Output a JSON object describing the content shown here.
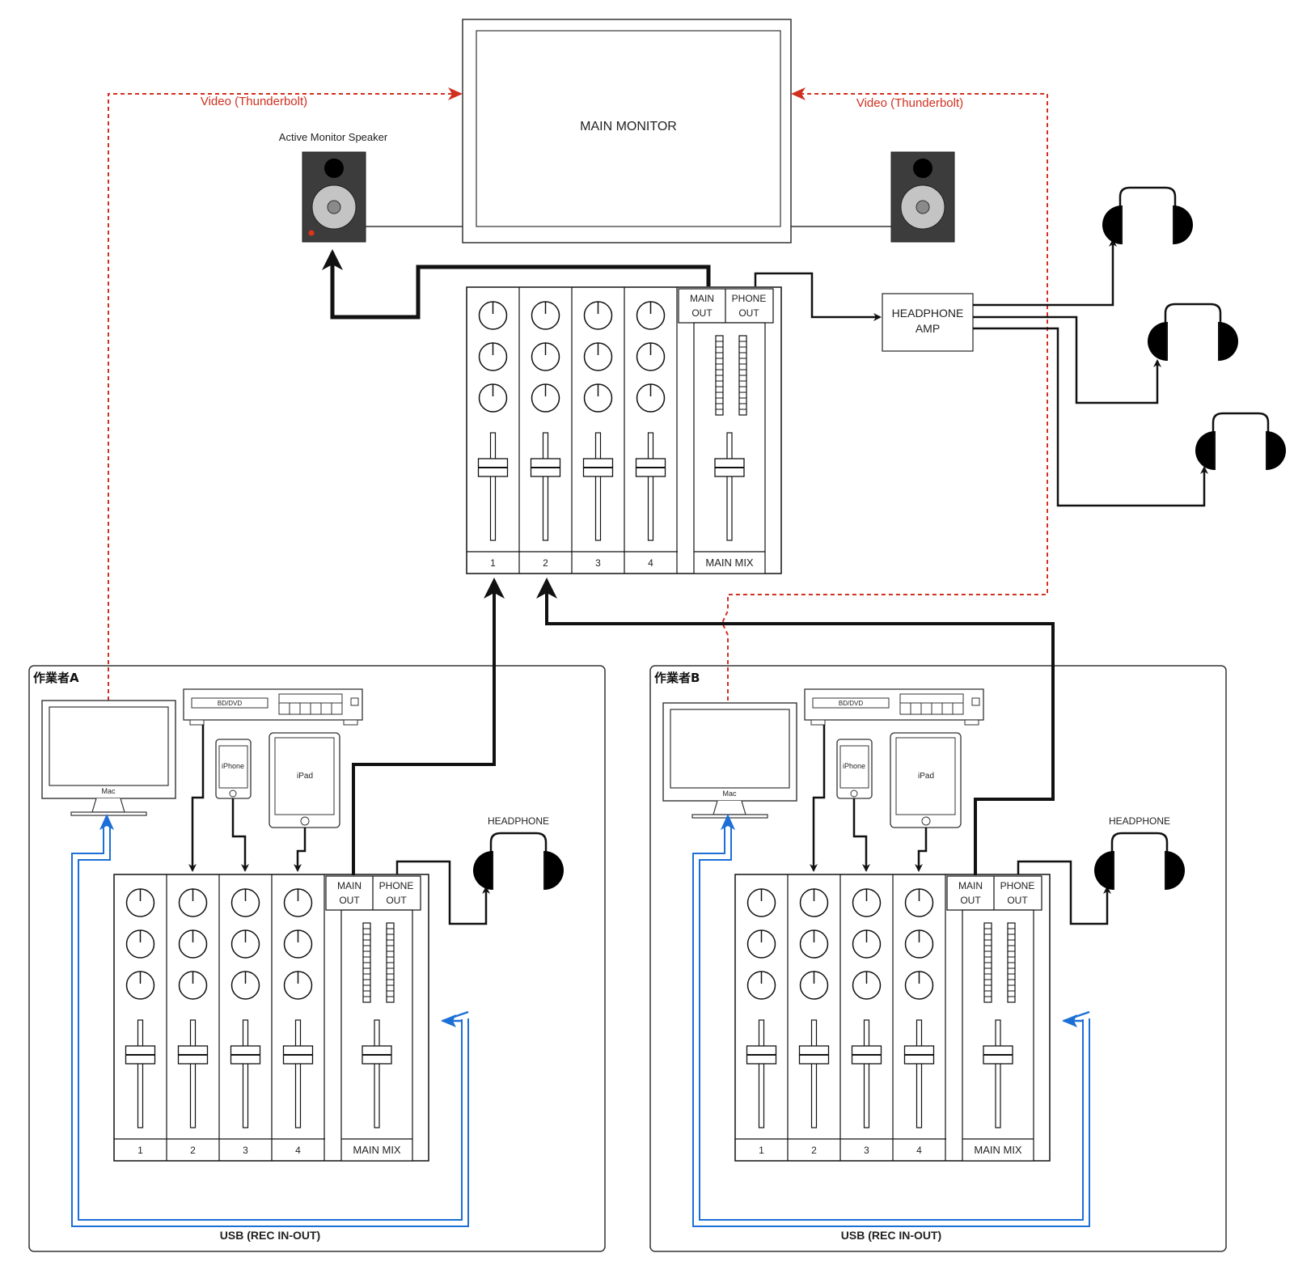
{
  "main_monitor": {
    "label": "MAIN MONITOR"
  },
  "video_link_left": {
    "label": "Video (Thunderbolt)"
  },
  "video_link_right": {
    "label": "Video (Thunderbolt)"
  },
  "speaker": {
    "label": "Active Monitor Speaker"
  },
  "headphone_amp": {
    "line1": "HEADPHONE",
    "line2": "AMP"
  },
  "mixer_labels": {
    "channels": [
      "1",
      "2",
      "3",
      "4"
    ],
    "main_mix": "MAIN MIX",
    "main_out": [
      "MAIN",
      "OUT"
    ],
    "phone_out": [
      "PHONE",
      "OUT"
    ]
  },
  "workstation_a": {
    "title": "作業者A",
    "mac": "Mac",
    "player": "BD/DVD",
    "phone": "iPhone",
    "tablet": "iPad",
    "headphone": "HEADPHONE",
    "usb": "USB (REC IN-OUT)"
  },
  "workstation_b": {
    "title": "作業者B",
    "mac": "Mac",
    "player": "BD/DVD",
    "phone": "iPhone",
    "tablet": "iPad",
    "headphone": "HEADPHONE",
    "usb": "USB (REC IN-OUT)"
  },
  "colors": {
    "video": "#d0301f",
    "usb": "#1b6fd6",
    "line": "#111111",
    "speaker": "#3c3c3c"
  }
}
